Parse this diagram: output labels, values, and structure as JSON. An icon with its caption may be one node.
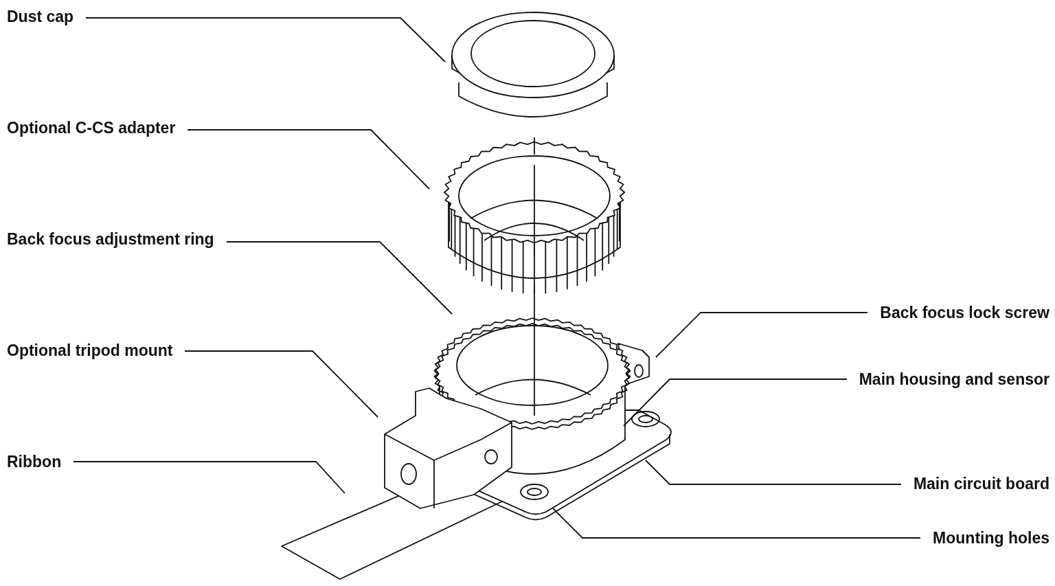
{
  "diagram": {
    "nodes": [
      {
        "text": [
          "Dust cap"
        ]
      },
      {
        "text": [
          "Optional C-CS adapter"
        ]
      },
      {
        "text": [
          "Back focus adjustment ring"
        ]
      },
      {
        "text": [
          "Optional tripod mount"
        ]
      },
      {
        "text": [
          "Ribbon"
        ]
      },
      {
        "text": [
          "Back focus lock screw"
        ]
      },
      {
        "text": [
          "Main housing and sensor"
        ]
      },
      {
        "text": [
          "Main circuit board"
        ]
      },
      {
        "text": [
          "Mounting holes"
        ]
      }
    ],
    "edges": [
      {
        "from": 0,
        "to": null,
        "arrow": "none"
      },
      {
        "from": 1,
        "to": null,
        "arrow": "none"
      },
      {
        "from": 2,
        "to": null,
        "arrow": "none"
      },
      {
        "from": 3,
        "to": null,
        "arrow": "none"
      },
      {
        "from": 4,
        "to": null,
        "arrow": "none"
      },
      {
        "from": 5,
        "to": null,
        "arrow": "none"
      },
      {
        "from": 6,
        "to": null,
        "arrow": "none"
      },
      {
        "from": 7,
        "to": null,
        "arrow": "none"
      },
      {
        "from": 8,
        "to": null,
        "arrow": "none"
      }
    ]
  }
}
